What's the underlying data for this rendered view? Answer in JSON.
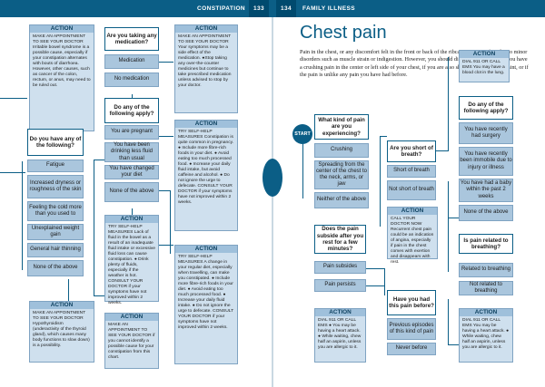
{
  "header": {
    "left_label": "CONSTIPATION",
    "left_page": "133",
    "right_page": "134",
    "right_label": "FAMILY ILLNESS"
  },
  "left": {
    "action1": {
      "title": "ACTION",
      "text": "MAKE AN APPOINTMENT TO SEE YOUR DOCTOR Irritable bowel syndrome is a possible cause, especially if your constipation alternates with bouts of diarrhoea. However, other causes, such as cancer of the colon, rectum, or anus, may need to be ruled out."
    },
    "q_medication": "Are you taking any medication?",
    "opt_medication": "Medication",
    "opt_no_medication": "No medication",
    "action2": {
      "title": "ACTION",
      "text": "MAKE AN APPOINTMENT TO SEE YOUR DOCTOR Your symptoms may be a side effect of the medication. ●Stop taking any over-the-counter medicines but continue to take prescribed medication unless advised to stop by your doctor."
    },
    "q_following": "Do any of the following apply?",
    "opt_pregnant": "You are pregnant",
    "opt_less_fluid": "You have been drinking less fluid than usual",
    "opt_changed_diet": "You have changed your diet",
    "opt_none": "None of the above",
    "action3": {
      "title": "ACTION",
      "text": "TRY SELF-HELP MEASURES Constipation is quite common in pregnancy. ● Include more fibre-rich foods in your diet. ● Avoid eating too much processed food. ● Increase your daily fluid intake, but avoid caffeine and alcohol. ● Do not ignore the urge to defecate. CONSULT YOUR DOCTOR if your symptoms have not improved within 2 weeks."
    },
    "q_any_of_following": "Do you have any of the following?",
    "opt_fatigue": "Fatigue",
    "opt_dryness": "Increased dryness or roughness of the skin",
    "opt_cold": "Feeling the cold more than you used to",
    "opt_weight": "Unexplained weight gain",
    "opt_hair": "General hair thinning",
    "opt_none2": "None of the above",
    "action4": {
      "title": "ACTION",
      "text": "TRY SELF-HELP MEASURES Lack of fluid in the bowel as a result of an inadequate fluid intake or excessive fluid loss can cause constipation. ● Drink plenty of fluids, especially if the weather is hot. CONSULT YOUR DOCTOR if your symptoms have not improved within 2 weeks."
    },
    "action5": {
      "title": "ACTION",
      "text": "TRY SELF-HELP MEASURES A change in your regular diet, especially when travelling, can make you constipated. ● Include more fibre-rich foods in your diet. ● Avoid eating too much processed food. ● Increase your daily fluid intake. ● Do not ignore the urge to defecate. CONSULT YOUR DOCTOR if your symptoms have not improved within 2 weeks."
    },
    "action6": {
      "title": "ACTION",
      "text": "MAKE AN APPOINTMENT TO SEE YOUR DOCTOR Hypothyroidism (underactivity of the thyroid gland), which causes many body functions to slow down) is a possibility."
    },
    "action7": {
      "title": "ACTION",
      "text": "MAKE AN APPOINTMENT TO SEE YOUR DOCTOR if you cannot identify a possible cause for your constipation from this chart."
    }
  },
  "right": {
    "title": "Chest pain",
    "intro": "Pain in the chest, or any discomfort felt in the front or back of the ribcage, is most often due to minor disorders such as muscle strain or indigestion. However, you should dial 911 or call EMS if you have a crushing pain in the center or left side of your chest, if you are also short of breath or feel faint, or if the pain is unlike any pain you have had before.",
    "start": "START",
    "q_experiencing": "What kind of pain are you experiencing?",
    "opt_crushing": "Crushing",
    "opt_spreading": "Spreading from the center of the chest to the neck, arms, or jaw",
    "opt_neither": "Neither of the above",
    "q_short": "Are you short of breath?",
    "opt_short": "Short of breath",
    "opt_not_short": "Not short of breath",
    "action1": {
      "title": "ACTION",
      "text": "DIAL 911 OR CALL EMS You may have a blood clot in the lung."
    },
    "q_following": "Do any of the following apply?",
    "opt_surgery": "You have recently had surgery",
    "opt_injury": "You have recently been immobile due to injury or illness",
    "opt_baby": "You have had a baby within the past 2 weeks",
    "opt_none": "None of the above",
    "q_subside": "Does the pain subside after you rest for a few minutes?",
    "opt_subsides": "Pain subsides",
    "opt_persists": "Pain persists",
    "action2": {
      "title": "ACTION",
      "text": "CALL YOUR DOCTOR NOW Recurrent chest pain could be an indication of angina, especially if pain in the chest comes with exertion and disappears with rest."
    },
    "q_related": "Is pain related to breathing?",
    "opt_related": "Related to breathing",
    "opt_not_related": "Not related to breathing",
    "q_before": "Have you had this pain before?",
    "opt_previous": "Previous episodes of this kind of pain",
    "opt_never": "Never before",
    "action3": {
      "title": "ACTION",
      "text": "DIAL 911 OR CALL EMS ● You may be having a heart attack. ● While waiting, chew half an aspirin, unless you are allergic to it."
    },
    "action4": {
      "title": "ACTION",
      "text": "DIAL 911 OR CALL EMS You may be having a heart attack. ● While waiting, chew half an aspirin, unless you are allergic to it."
    }
  }
}
